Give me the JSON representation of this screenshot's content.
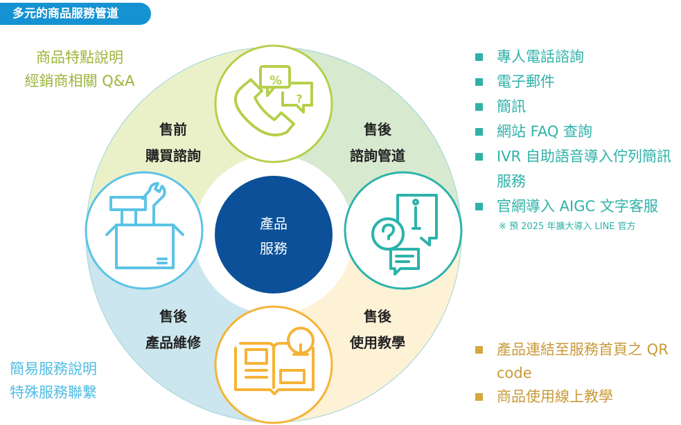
{
  "header": {
    "title": "多元的商品服務管道"
  },
  "left_top": [
    "商品特點說明",
    "經銷商相關 Q&A"
  ],
  "left_bottom": [
    "簡易服務說明",
    "特殊服務聯繫"
  ],
  "center": [
    "產品",
    "服務"
  ],
  "quadrants": {
    "top_left": [
      "售前",
      "購買諮詢"
    ],
    "top_right": [
      "售後",
      "諮詢管道"
    ],
    "bottom_left": [
      "售後",
      "產品維修"
    ],
    "bottom_right": [
      "售後",
      "使用教學"
    ]
  },
  "channels": [
    "專人電話諮詢",
    "電子郵件",
    "簡訊",
    "網站 FAQ 查詢",
    "IVR 自助語音導入佇列簡訊服務",
    "官網導入 AIGC 文字客服"
  ],
  "channels_note": "※ 預 2025 年擴大導入 LINE 官方",
  "tutorials": [
    "產品連結至服務首頁之 QR code",
    "商品使用線上教學"
  ],
  "colors": {
    "green": "#b5cf4a",
    "cyan": "#5bc3e6",
    "teal": "#2bb3ab",
    "orange": "#f5b335",
    "navy": "#0b5099",
    "pill": "#1592d1"
  }
}
